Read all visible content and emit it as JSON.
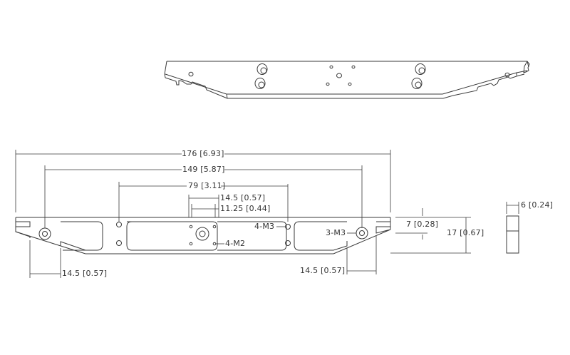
{
  "drawing": {
    "views": {
      "isometric": {
        "name": "isometric-view"
      },
      "side": {
        "name": "side-view"
      },
      "end": {
        "name": "end-view"
      }
    },
    "line_color": "#3a3a3a",
    "background": "#ffffff"
  },
  "dimensions": {
    "overall_length": "176 [6.93]",
    "outer_hole_spacing": "149 [5.87]",
    "inner_hole_spacing": "79 [3.11]",
    "m2_spacing_outer": "14.5 [0.57]",
    "m2_spacing_inner": "11.25 [0.44]",
    "left_end_offset": "14.5 [0.57]",
    "right_end_offset": "14.5 [0.57]",
    "hole_height": "7 [0.28]",
    "overall_height": "17 [0.67]",
    "thickness": "6 [0.24]"
  },
  "callouts": {
    "m3_center": "4-M3",
    "m2_center": "4-M2",
    "m3_right": "3-M3"
  }
}
